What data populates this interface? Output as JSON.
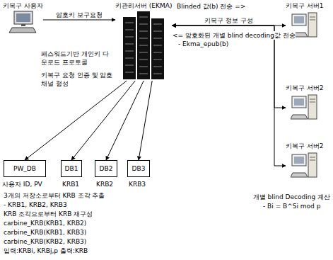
{
  "diagram": {
    "nodes": [
      {
        "text": [
          "키복구 사용자"
        ]
      },
      {
        "text": [
          "키관리서버 (EKMA)"
        ]
      },
      {
        "text": [
          "키복구 서버1"
        ]
      },
      {
        "text": [
          "키복구 서버2"
        ]
      },
      {
        "text": [
          "키복구 서버2"
        ]
      },
      {
        "text": [
          "PW_DB"
        ]
      },
      {
        "text": [
          "DB1"
        ]
      },
      {
        "text": [
          "DB2"
        ]
      },
      {
        "text": [
          "DB3"
        ]
      }
    ],
    "edges": [
      {
        "from": 0,
        "to": 1,
        "label": "암호키 보구요청",
        "arrow": "to"
      },
      {
        "from": 1,
        "to": 2,
        "label": "키복구 정보 구성",
        "arrow": "both"
      },
      {
        "from": 1,
        "to": 3,
        "arrow": "both"
      },
      {
        "from": 1,
        "to": 4,
        "arrow": "both"
      },
      {
        "from": 1,
        "to": 5,
        "arrow": "to"
      },
      {
        "from": 1,
        "to": 6,
        "arrow": "to"
      },
      {
        "from": 1,
        "to": 7,
        "arrow": "to"
      },
      {
        "from": 1,
        "to": 8,
        "arrow": "to"
      }
    ],
    "labels": [
      "Blinded 값(b) 전송 =>",
      "<= 암호화된 개별 blind decoding값 전송",
      "- Ekma_epub(b)",
      "패스워드기반 개인키 다운로드 프로토콜",
      "키복구 요청 인증 및 암호채널 형성",
      "개별 blind Decoding 계산",
      "- Bi = B^Si mod p",
      "사용자 ID, PV",
      "KRB1",
      "KRB2",
      "KRB3",
      "3개의 저장소로부터 KRB 조각 추출",
      "- KRB1, KRB2, KRB3",
      "KRB 조각으로부터 KRB 재구성",
      "carbine_KRB(KRB1, KRB2)",
      "carbine_KRB(KRB1, KRB3)",
      "carbine_KRB(KRB2, KRB3)",
      "입력:KRBi, KRBj,p 출력:KRB"
    ]
  }
}
